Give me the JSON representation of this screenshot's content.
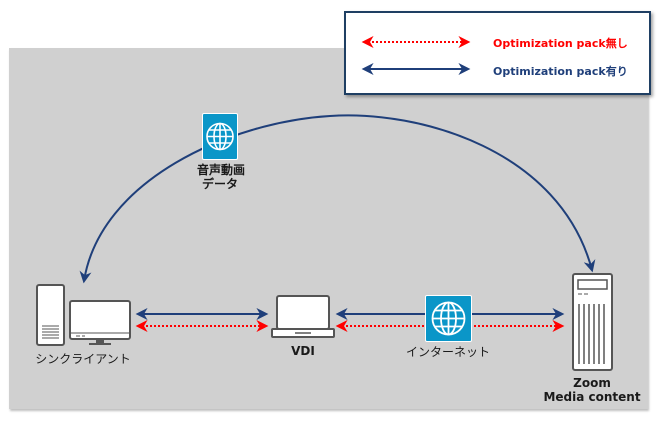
{
  "colors": {
    "blue_arrow": "#1f3f7a",
    "red_arrow": "#ff0000",
    "background_panel": "#d0d0d0",
    "legend_border": "#1f3f63",
    "globe_tile": "#0a96c8",
    "device_stroke": "#555555"
  },
  "legend": {
    "items": [
      {
        "style": "dotted",
        "color": "#ff0000",
        "label": "Optimization pack無し"
      },
      {
        "style": "solid",
        "color": "#1f3f7a",
        "label": "Optimization pack有り"
      }
    ]
  },
  "nodes": {
    "client": {
      "icon": "desktop-pc-icon",
      "label": "シンクライアント"
    },
    "vdi": {
      "icon": "laptop-icon",
      "label": "VDI"
    },
    "internet": {
      "icon": "globe-icon",
      "label": "インターネット"
    },
    "server": {
      "icon": "server-tower-icon",
      "label_line1": "Zoom",
      "label_line2": "Media content"
    },
    "media": {
      "icon": "globe-icon",
      "label_line1": "音声動画",
      "label_line2": "データ"
    }
  },
  "connections": [
    {
      "from": "client",
      "to": "vdi",
      "types": [
        "solid",
        "dotted"
      ],
      "bidirectional": true
    },
    {
      "from": "vdi",
      "to": "server",
      "via": "internet",
      "types": [
        "solid",
        "dotted"
      ],
      "bidirectional": true
    },
    {
      "from": "server",
      "to": "client",
      "via": "media",
      "types": [
        "solid"
      ],
      "curved": true,
      "bidirectional": true
    }
  ]
}
